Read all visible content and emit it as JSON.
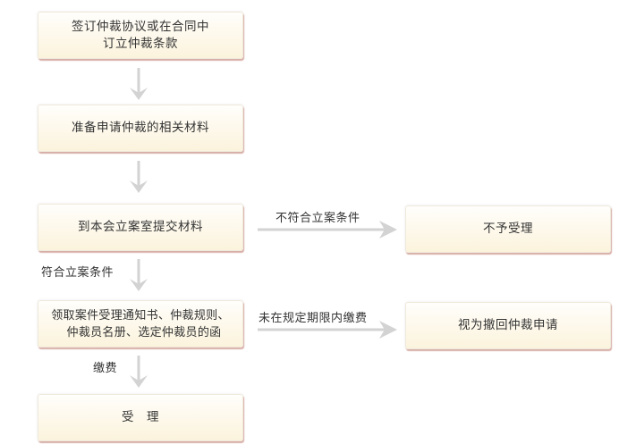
{
  "flowchart": {
    "steps": [
      {
        "id": "sign",
        "lines": [
          "签订仲裁协议或在合同中",
          "订立仲裁条款"
        ]
      },
      {
        "id": "prepare",
        "lines": [
          "准备申请仲裁的相关材料"
        ]
      },
      {
        "id": "submit",
        "lines": [
          "到本会立案室提交材料"
        ]
      },
      {
        "id": "receive",
        "lines": [
          "领取案件受理通知书、仲裁规则、",
          "仲裁员名册、选定仲裁员的函"
        ]
      },
      {
        "id": "accept",
        "lines": [
          "受　理"
        ]
      }
    ],
    "branches": [
      {
        "id": "reject",
        "lines": [
          "不予受理"
        ]
      },
      {
        "id": "withdraw",
        "lines": [
          "视为撤回仲裁申请"
        ]
      }
    ],
    "edge_labels": {
      "not_qualified": "不符合立案条件",
      "qualified": "符合立案条件",
      "not_paid": "未在规定期限内缴费",
      "paid": "缴费"
    }
  },
  "colors": {
    "box_top": "#fffefb",
    "box_bottom": "#fbf3dc",
    "box_shadow": "#cd968c",
    "arrow": "#d3d3d3",
    "text": "#333333"
  },
  "icons": {
    "down_arrow": "down-arrow-icon",
    "right_arrow": "right-arrow-icon"
  }
}
